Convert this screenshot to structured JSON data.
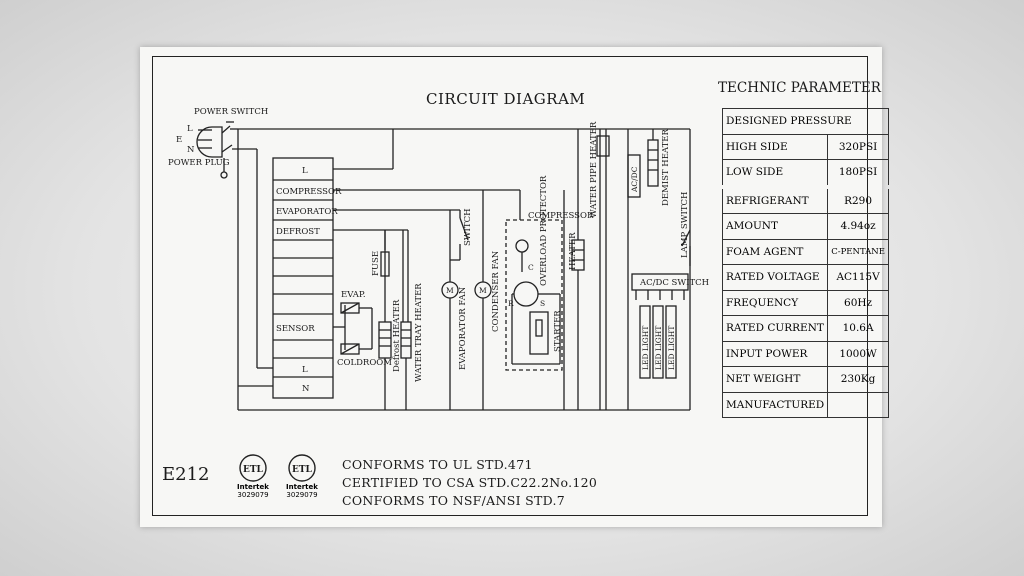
{
  "diagram_title": "CIRCUIT DIAGRAM",
  "parameter_title": "TECHNIC PARAMETER",
  "model": "E212",
  "certifications": [
    "CONFORMS TO UL STD.471",
    "CERTIFIED TO CSA STD.C22.2No.120",
    "CONFORMS TO NSF/ANSI STD.7"
  ],
  "marks": [
    {
      "brand": "Intertek",
      "number": "3029079"
    },
    {
      "brand": "Intertek",
      "number": "3029079"
    }
  ],
  "parameters": [
    {
      "label": "DESIGNED PRESSURE",
      "value": ""
    },
    {
      "label": "HIGH SIDE",
      "value": "320PSI"
    },
    {
      "label": "LOW SIDE",
      "value": "180PSI"
    },
    {
      "label": "REFRIGERANT",
      "value": "R290"
    },
    {
      "label": "AMOUNT",
      "value": "4.94oz"
    },
    {
      "label": "FOAM AGENT",
      "value": "C-PENTANE"
    },
    {
      "label": "RATED VOLTAGE",
      "value": "AC115V"
    },
    {
      "label": "FREQUENCY",
      "value": "60Hz"
    },
    {
      "label": "RATED CURRENT",
      "value": "10.6A"
    },
    {
      "label": "INPUT POWER",
      "value": "1000W"
    },
    {
      "label": "NET WEIGHT",
      "value": "230Kg"
    },
    {
      "label": "MANUFACTURED",
      "value": ""
    }
  ],
  "circuit": {
    "power_switch": "POWER SWITCH",
    "power_plug": "POWER PLUG",
    "plug_l": "L",
    "plug_e": "E",
    "plug_n": "N",
    "controller_terminals": [
      "L",
      "COMPRESSOR",
      "EVAPORATOR",
      "DEFROST",
      "",
      "",
      "",
      "",
      "SENSOR",
      "",
      "L",
      "N"
    ],
    "fuse": "FUSE",
    "evap": "EVAP.",
    "coldroom": "COLDROOM",
    "defrost_heater": "Defrost HEATER",
    "water_tray_heater": "WATER TRAY HEATER",
    "evaporator_fan": "EVAPORATOR FAN",
    "condenser_fan": "CONDENSER FAN",
    "switch": "SWITCH",
    "compressor": "COMPRESSOR",
    "overload_protector": "OVERLOAD PROTECTOR",
    "starter": "STARTER",
    "heater": "HEATER",
    "water_pipe_heater": "WATER PIPE HEATER",
    "demist_heater": "DEMIST HEATER",
    "ac_dc_box": "AC/DC",
    "ac_dc_switch": "AC/DC SWITCH",
    "lamp_switch": "LAMP SWITCH",
    "led_light": "LED LIGHT",
    "motor_m": "M",
    "comp_c": "C",
    "comp_r": "R",
    "comp_s": "S"
  }
}
